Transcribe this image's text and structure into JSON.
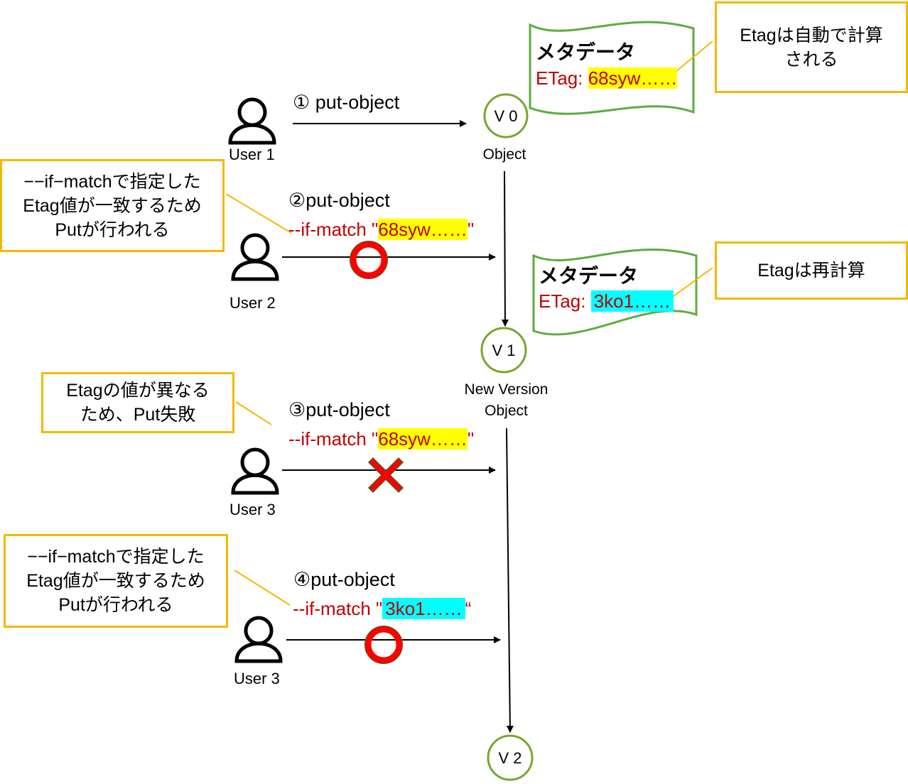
{
  "notes": {
    "auto_calc": "Etagは自動で計算\nされる",
    "recalc": "Etagは再計算",
    "match1": "−−if−matchで指定した\nEtag値が一致するため\nPutが行われる",
    "mismatch": "Etagの値が異なる\nため、Put失敗",
    "match2": "−−if−matchで指定した\nEtag値が一致するため\nPutが行われる"
  },
  "users": [
    "User 1",
    "User 2",
    "User 3",
    "User 3"
  ],
  "steps": [
    {
      "title": "① put-object"
    },
    {
      "title": "②put-object",
      "cmd_prefix": "--if-match \"",
      "etag": "68syw……",
      "cmd_suffix": "\""
    },
    {
      "title": "③put-object",
      "cmd_prefix": "--if-match \"",
      "etag": "68syw……",
      "cmd_suffix": "\""
    },
    {
      "title": "④put-object",
      "cmd_prefix": "--if-match \"",
      "etag": "3ko1……",
      "cmd_suffix": "“"
    }
  ],
  "versions": {
    "v0": {
      "label": "V 0",
      "caption": "Object"
    },
    "v1": {
      "label": "V 1",
      "caption": "New Version\nObject"
    },
    "v2": {
      "label": "V 2"
    }
  },
  "metadata": [
    {
      "title": "メタデータ",
      "etag_prefix": "ETag: ",
      "etag_value": "68syw……",
      "highlight": "#ffff00"
    },
    {
      "title": "メタデータ",
      "etag_prefix": "ETag: ",
      "etag_value": "3ko1……",
      "highlight": "#00ffff"
    }
  ],
  "results": [
    "success",
    "success",
    "failure",
    "success"
  ],
  "colors": {
    "note_border": "#f5b800",
    "circle_green": "#77a632",
    "banner_green": "#5cad3c",
    "command_red": "#c00000",
    "ok_mark": "#ff0000",
    "fail_mark": "#ff0000"
  }
}
